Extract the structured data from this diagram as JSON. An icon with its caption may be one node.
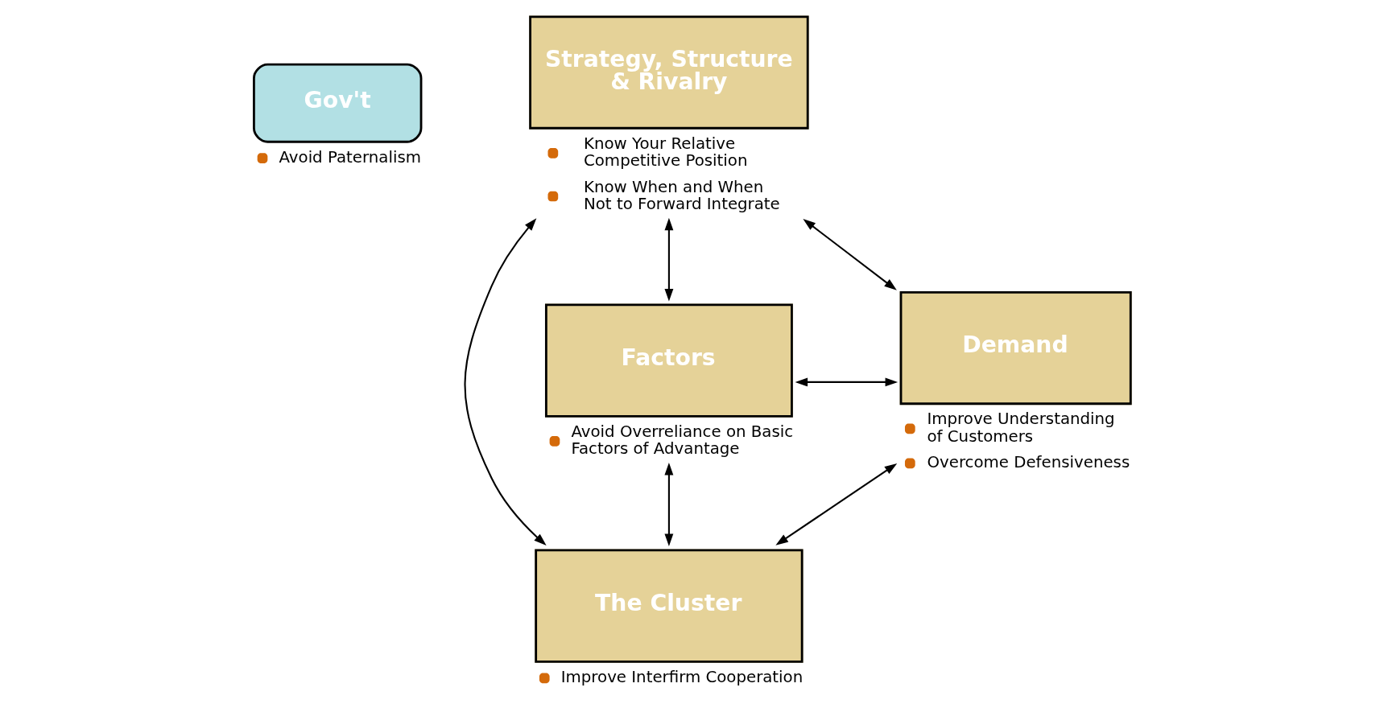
{
  "diagram": {
    "nodes": [
      {
        "text": [
          "Gov't"
        ],
        "beside": [
          "Avoid Paternalism"
        ]
      },
      {
        "text": [
          "Strategy, Structure & Rivalry"
        ],
        "beside": [
          "Know Your Relative Competitive Position",
          "Know When and When Not to Forward Integrate"
        ]
      },
      {
        "text": [
          "Factors"
        ],
        "beside": [
          "Avoid Overreliance on Basic Factors of Advantage"
        ]
      },
      {
        "text": [
          "Demand"
        ],
        "beside": [
          "Improve Understanding of Customers",
          "Overcome Defensiveness"
        ]
      },
      {
        "text": [
          "The Cluster"
        ],
        "beside": [
          "Improve Interfirm Cooperation"
        ]
      }
    ],
    "edges": [
      {
        "from": 2,
        "to": 1,
        "arrow": "both"
      },
      {
        "from": 1,
        "to": 3,
        "arrow": "both"
      },
      {
        "from": 1,
        "to": 4,
        "arrow": "both"
      },
      {
        "from": 2,
        "to": 3,
        "arrow": "both"
      },
      {
        "from": 2,
        "to": 4,
        "arrow": "both"
      },
      {
        "from": 4,
        "to": 3,
        "arrow": "both"
      }
    ]
  }
}
